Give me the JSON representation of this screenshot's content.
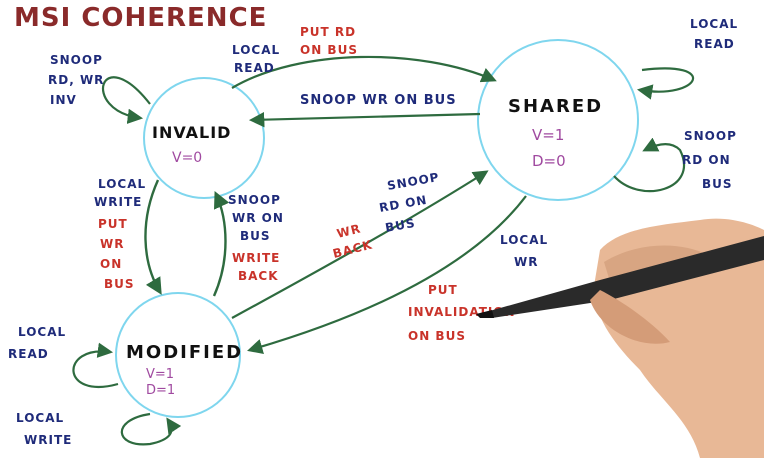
{
  "title": "MSI COHERENCE",
  "colors": {
    "title": "#8a2a2a",
    "state_circle": "#7fd6ee",
    "arrow": "#2e6b3f",
    "blue_text": "#1f2b7a",
    "red_text": "#c9332a",
    "purple_text": "#a04aa0",
    "state_name": "#111111"
  },
  "states": {
    "invalid": {
      "name": "INVALID",
      "value_lines": [
        "V=0"
      ]
    },
    "shared": {
      "name": "SHARED",
      "value_lines": [
        "V=1",
        "D=0"
      ]
    },
    "modified": {
      "name": "MODIFIED",
      "value_lines": [
        "V=1",
        "D=1"
      ]
    }
  },
  "labels": {
    "invalid_self_loop": [
      "SNOOP",
      "RD, WR",
      "INV"
    ],
    "invalid_to_shared": [
      "LOCAL",
      "READ"
    ],
    "invalid_to_shared_action": [
      "PUT RD",
      "ON BUS"
    ],
    "shared_to_invalid": "SNOOP WR ON BUS",
    "shared_self_read": [
      "LOCAL",
      "READ"
    ],
    "shared_self_snoop": [
      "SNOOP",
      "RD ON",
      "BUS"
    ],
    "invalid_to_modified": [
      "LOCAL",
      "WRITE"
    ],
    "invalid_to_modified_action": [
      "PUT",
      "WR",
      "ON",
      "BUS"
    ],
    "modified_to_invalid": [
      "SNOOP",
      "WR ON",
      "BUS"
    ],
    "modified_to_invalid_action": [
      "WRITE",
      "BACK"
    ],
    "modified_to_shared": [
      "SNOOP",
      "RD ON",
      "BUS"
    ],
    "modified_to_shared_action": [
      "WR",
      "BACK"
    ],
    "shared_to_modified": [
      "LOCAL",
      "WR"
    ],
    "shared_to_modified_action": [
      "PUT",
      "INVALIDATION",
      "ON BUS"
    ],
    "modified_self_read": [
      "LOCAL",
      "READ"
    ],
    "modified_self_write": [
      "LOCAL",
      "WRITE"
    ]
  }
}
